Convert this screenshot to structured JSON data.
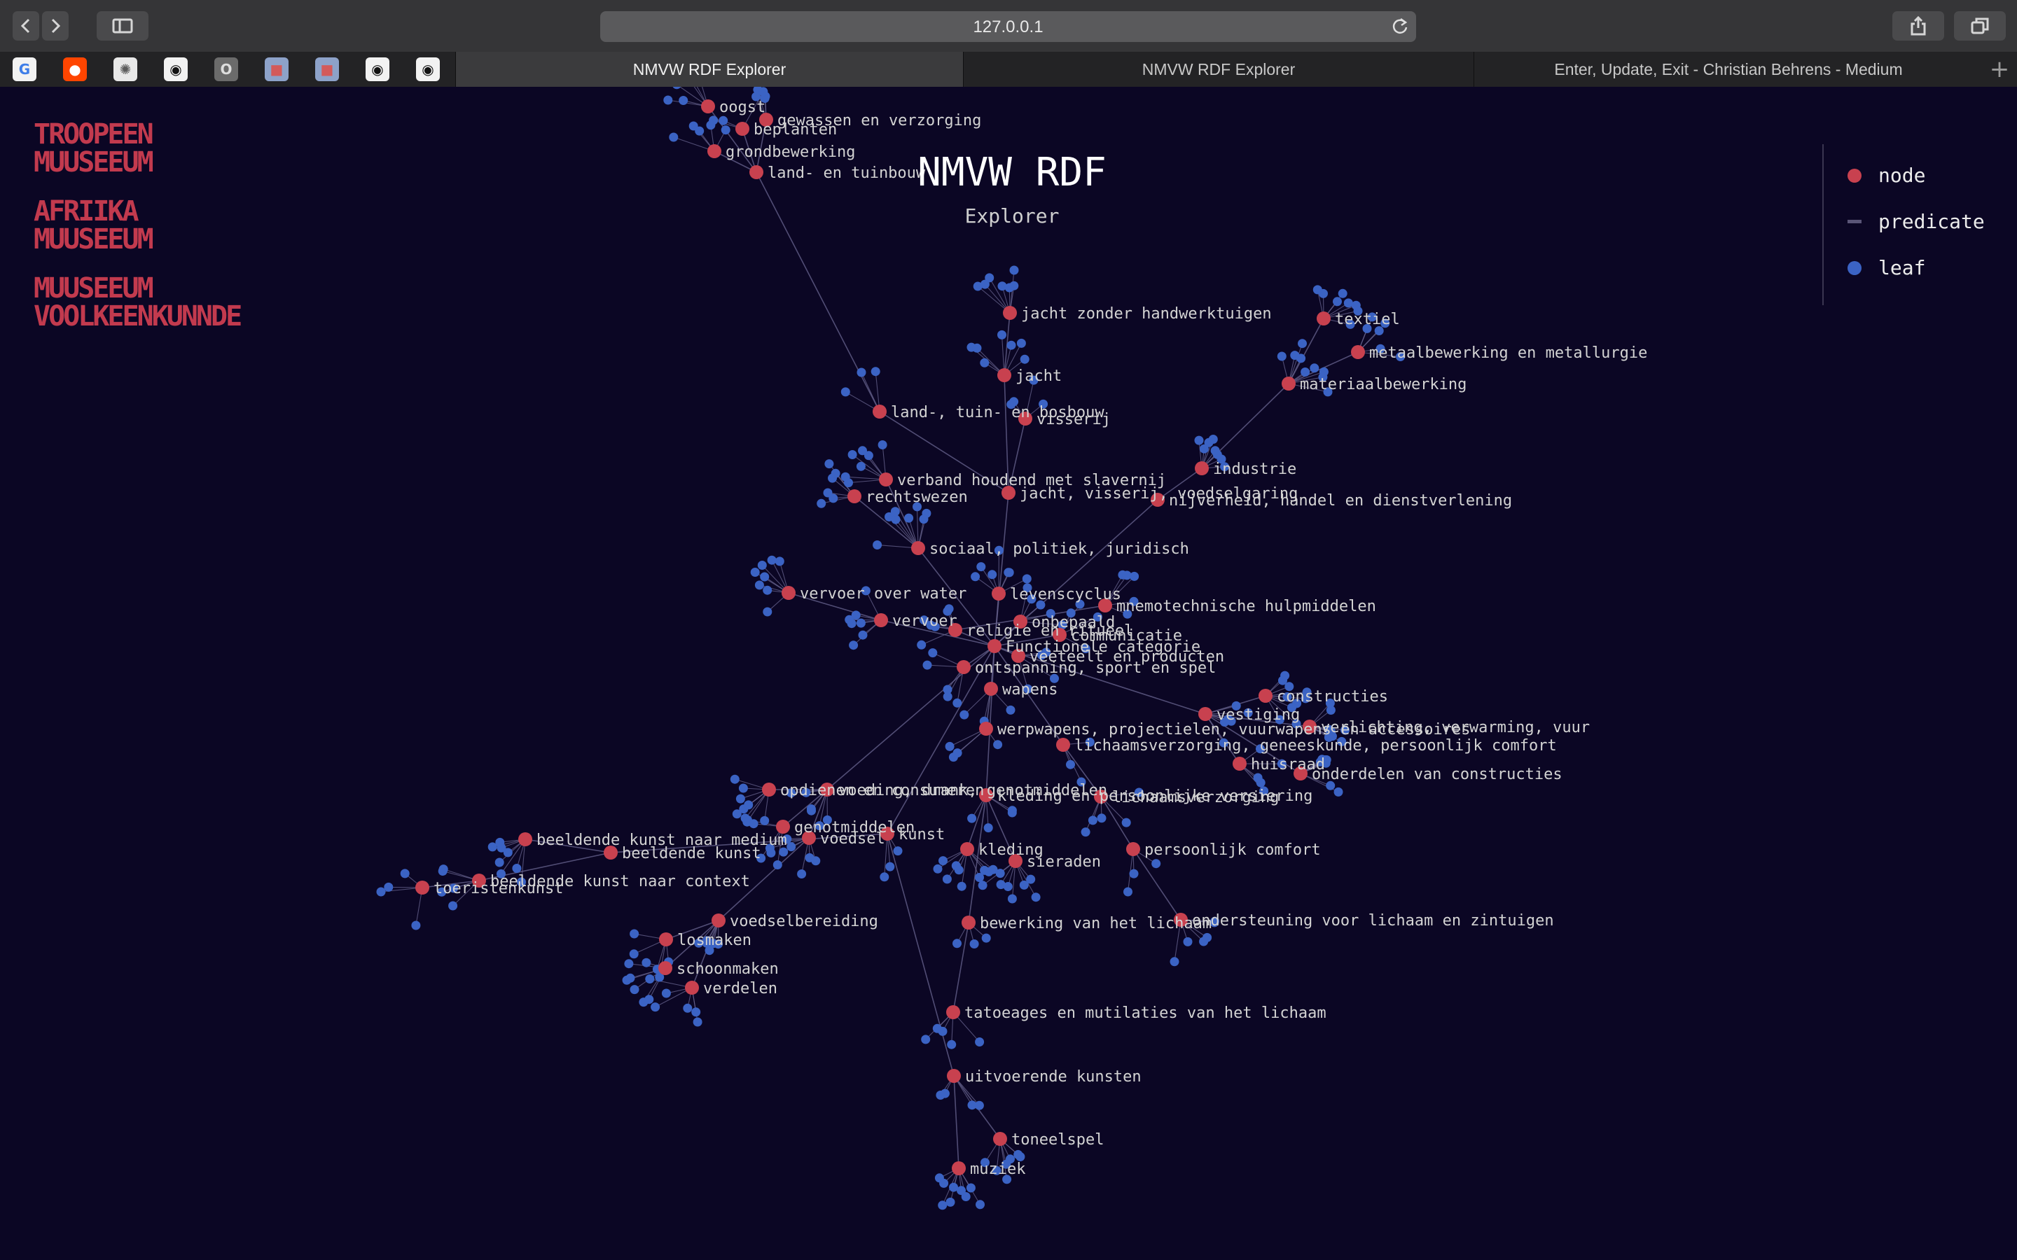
{
  "browser": {
    "url": "127.0.0.1",
    "tabs": [
      {
        "label": "NMVW RDF Explorer",
        "active": true
      },
      {
        "label": "NMVW RDF Explorer",
        "active": false
      },
      {
        "label": "Enter, Update, Exit - Christian Behrens - Medium",
        "active": false
      }
    ],
    "favorites": [
      "google-icon",
      "reddit-icon",
      "react-icon",
      "github-icon",
      "opera-icon",
      "cube-icon",
      "cube-icon",
      "github-icon",
      "github-icon"
    ],
    "new_tab_label": "+"
  },
  "page": {
    "title": "NMVW RDF",
    "subtitle": "Explorer",
    "logos": [
      {
        "name": "tropen-museum-logo",
        "lines": [
          "TROOPEEN",
          "MUUSEEUM"
        ]
      },
      {
        "name": "afrika-museum-logo",
        "lines": [
          "AFRIIKA",
          "MUUSEEUM"
        ]
      },
      {
        "name": "museum-volkenkunde-logo",
        "lines": [
          "MUUSEEUM",
          "VOOLKEENKUNNDE"
        ]
      }
    ],
    "legend": [
      {
        "label": "node",
        "kind": "dot",
        "color": "#c8414f"
      },
      {
        "label": "predicate",
        "kind": "bar",
        "color": "#5a5577"
      },
      {
        "label": "leaf",
        "kind": "dot",
        "color": "#3b63c4"
      }
    ]
  },
  "colors": {
    "node": "#c8414f",
    "leaf": "#3b63c4",
    "edge": "#6a6690",
    "background": "#0b0624"
  },
  "graph": {
    "nodes": [
      {
        "label": "oogst"
      },
      {
        "label": "gewassen en verzorging"
      },
      {
        "label": "beplanten"
      },
      {
        "label": "grondbewerking"
      },
      {
        "label": "land- en tuinbouw"
      },
      {
        "label": "jacht zonder handwerktuigen"
      },
      {
        "label": "textiel"
      },
      {
        "label": "metaalbewerking en metallurgie"
      },
      {
        "label": "materiaalbewerking"
      },
      {
        "label": "jacht"
      },
      {
        "label": "land-, tuin- en bosbouw"
      },
      {
        "label": "visserij"
      },
      {
        "label": "industrie"
      },
      {
        "label": "verband houdend met slavernij"
      },
      {
        "label": "rechtswezen"
      },
      {
        "label": "jacht, visserij, voedselgaring"
      },
      {
        "label": "nijverheid, handel en dienstverlening"
      },
      {
        "label": "sociaal, politiek, juridisch"
      },
      {
        "label": "vervoer over water"
      },
      {
        "label": "levenscyclus"
      },
      {
        "label": "mnemotechnische hulpmiddelen"
      },
      {
        "label": "vervoer"
      },
      {
        "label": "religie en ritueel"
      },
      {
        "label": "onbepaald"
      },
      {
        "label": "communicatie"
      },
      {
        "label": "Functionele categorie"
      },
      {
        "label": "veeteelt en producten"
      },
      {
        "label": "ontspanning, sport en spel"
      },
      {
        "label": "wapens"
      },
      {
        "label": "constructies"
      },
      {
        "label": "vestiging"
      },
      {
        "label": "verlichting, verwarming, vuur"
      },
      {
        "label": "werpwapens, projectielen, vuurwapens en accessoires"
      },
      {
        "label": "lichaamsverzorging, geneeskunde, persoonlijk comfort"
      },
      {
        "label": "huisraad"
      },
      {
        "label": "onderdelen van constructies"
      },
      {
        "label": "opdienen en consumeren"
      },
      {
        "label": "voeding, drank, genotmiddelen"
      },
      {
        "label": "kleding en persoonlijke versiering"
      },
      {
        "label": "lichaamsverzorging"
      },
      {
        "label": "genotmiddelen"
      },
      {
        "label": "beeldende kunst naar medium"
      },
      {
        "label": "voedsel"
      },
      {
        "label": "kunst"
      },
      {
        "label": "beeldende kunst"
      },
      {
        "label": "kleding"
      },
      {
        "label": "sieraden"
      },
      {
        "label": "persoonlijk comfort"
      },
      {
        "label": "beeldende kunst naar context"
      },
      {
        "label": "toeristenkunst"
      },
      {
        "label": "voedselbereiding"
      },
      {
        "label": "bewerking van het lichaam"
      },
      {
        "label": "ondersteuning voor lichaam en zintuigen"
      },
      {
        "label": "losmaken"
      },
      {
        "label": "schoonmaken"
      },
      {
        "label": "verdelen"
      },
      {
        "label": "tatoeages en mutilaties van het lichaam"
      },
      {
        "label": "uitvoerende kunsten"
      },
      {
        "label": "toneelspel"
      },
      {
        "label": "muziek"
      }
    ]
  }
}
